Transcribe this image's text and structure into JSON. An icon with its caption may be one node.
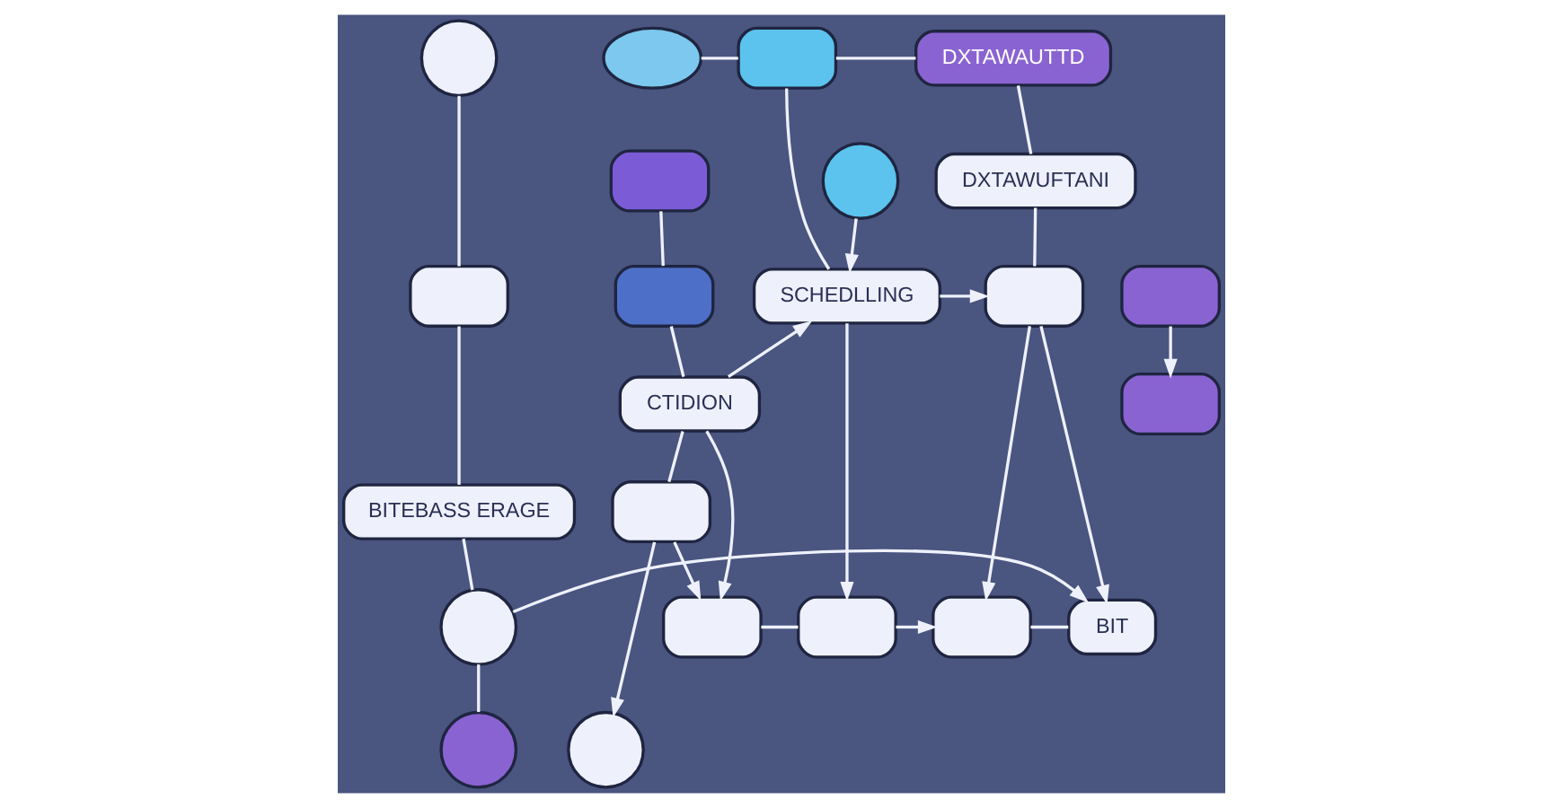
{
  "diagram": {
    "nodes": [
      {
        "text": [],
        "shape": "box"
      },
      {
        "text": [],
        "shape": "cloud"
      },
      {
        "text": [],
        "shape": "box"
      },
      {
        "text": [],
        "shape": "box"
      },
      {
        "text": [],
        "shape": "box"
      },
      {
        "text": [],
        "shape": "box"
      },
      {
        "text": [
          "CTIDION"
        ]
      },
      {
        "text": [
          "SCHEDLLING"
        ]
      },
      {
        "text": [
          "DXTAWAUTTD"
        ]
      },
      {
        "text": [
          "DXTAWUFTANI"
        ]
      },
      {
        "text": [],
        "shape": "circle"
      },
      {
        "text": [],
        "shape": "circle"
      },
      {
        "text": [],
        "shape": "box"
      },
      {
        "text": [],
        "shape": "box"
      },
      {
        "text": [
          "BITEBASS ERAGE"
        ]
      },
      {
        "text": [],
        "shape": "box"
      },
      {
        "text": [],
        "shape": "circle"
      },
      {
        "text": [],
        "shape": "box"
      },
      {
        "text": [],
        "shape": "box"
      },
      {
        "text": [],
        "shape": "box"
      },
      {
        "text": [
          "BIT"
        ]
      },
      {
        "text": [],
        "shape": "circle"
      },
      {
        "text": [],
        "shape": "circle"
      }
    ],
    "edges": [
      {
        "from": 2,
        "to": 3,
        "arrow": "none"
      },
      {
        "from": 1,
        "to": 0,
        "arrow": "none"
      },
      {
        "from": 0,
        "to": 7,
        "arrow": "none"
      },
      {
        "from": 0,
        "to": 8,
        "arrow": "none"
      },
      {
        "from": 4,
        "to": 5,
        "arrow": "to"
      },
      {
        "from": 3,
        "to": 6,
        "arrow": "none"
      },
      {
        "from": 6,
        "to": 7,
        "arrow": "to"
      },
      {
        "from": 8,
        "to": 9,
        "arrow": "none"
      },
      {
        "from": 10,
        "to": 7,
        "arrow": "to"
      },
      {
        "from": 7,
        "to": 12,
        "arrow": "to"
      },
      {
        "from": 9,
        "to": 12,
        "arrow": "none"
      },
      {
        "from": 11,
        "to": 13,
        "arrow": "none"
      },
      {
        "from": 6,
        "to": 15,
        "arrow": "none"
      },
      {
        "from": 15,
        "to": 17,
        "arrow": "to"
      },
      {
        "from": 15,
        "to": 16,
        "arrow": "to"
      },
      {
        "from": 6,
        "to": 17,
        "arrow": "to"
      },
      {
        "from": 7,
        "to": 18,
        "arrow": "to"
      },
      {
        "from": 17,
        "to": 18,
        "arrow": "none"
      },
      {
        "from": 18,
        "to": 19,
        "arrow": "to"
      },
      {
        "from": 12,
        "to": 19,
        "arrow": "to"
      },
      {
        "from": 12,
        "to": 20,
        "arrow": "to"
      },
      {
        "from": 13,
        "to": 14,
        "arrow": "none"
      },
      {
        "from": 19,
        "to": 20,
        "arrow": "none"
      },
      {
        "from": 14,
        "to": 21,
        "arrow": "none"
      },
      {
        "from": 21,
        "to": 20,
        "arrow": "to"
      },
      {
        "from": 21,
        "to": 22,
        "arrow": "none"
      }
    ]
  }
}
